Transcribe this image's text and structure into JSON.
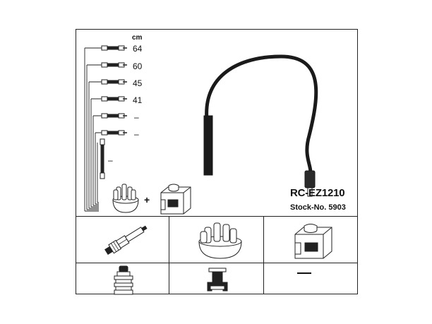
{
  "lengths": {
    "unit": "cm",
    "items": [
      "64",
      "60",
      "45",
      "41",
      "–",
      "–"
    ],
    "extra_wire_label": "–"
  },
  "product": {
    "model": "RC-EZ1210",
    "stock": "Stock-No. 5903"
  },
  "symbols": {
    "plus": "+"
  },
  "colors": {
    "line": "#222222",
    "fill_dark": "#1a1a1a",
    "fill_light": "#ffffff"
  },
  "icons": {
    "spark_plug": "spark-plug-icon",
    "distributor_cap": "distributor-cap-icon",
    "ignition_coil": "ignition-coil-icon",
    "plug_terminal": "plug-terminal-icon",
    "distributor_terminal": "distributor-terminal-icon"
  }
}
